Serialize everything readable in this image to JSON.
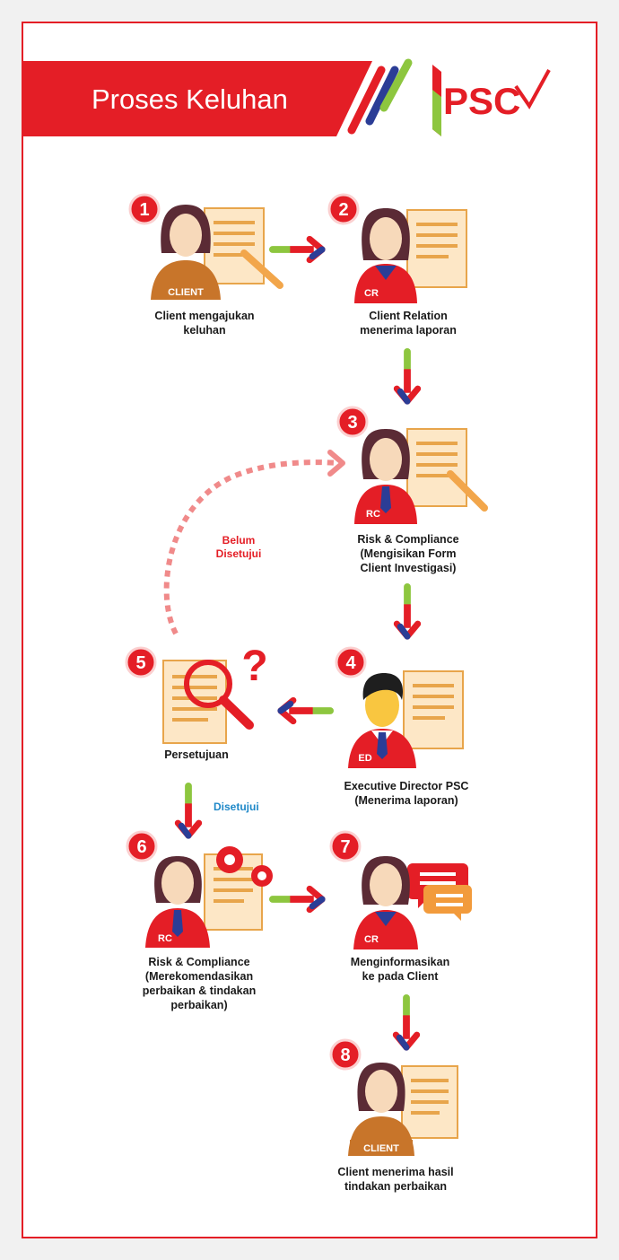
{
  "header": {
    "title": "Proses Keluhan",
    "logo_text": "PSC"
  },
  "colors": {
    "red": "#e41e26",
    "dark_red": "#b3151b",
    "green": "#8dc63f",
    "blue": "#2b3d96",
    "orange_brown": "#c8752a",
    "paper": "#fde7c6",
    "paper_line": "#e8a54b",
    "skin": "#f7d9ba",
    "hair": "#5b2b35",
    "dashed": "#f08a8a",
    "note_red": "#e41e26",
    "note_blue": "#1e88c8"
  },
  "steps": [
    {
      "number": "1",
      "badge": "CLIENT",
      "label_lines": [
        "Client mengajukan",
        "keluhan"
      ]
    },
    {
      "number": "2",
      "badge": "CR",
      "label_lines": [
        "Client Relation",
        "menerima laporan"
      ]
    },
    {
      "number": "3",
      "badge": "RC",
      "label_lines": [
        "Risk & Compliance",
        "(Mengisikan Form",
        "Client Investigasi)"
      ]
    },
    {
      "number": "4",
      "badge": "ED",
      "label_lines": [
        "Executive Director PSC",
        "(Menerima laporan)"
      ]
    },
    {
      "number": "5",
      "badge": "",
      "label_lines": [
        "Persetujuan"
      ]
    },
    {
      "number": "6",
      "badge": "RC",
      "label_lines": [
        "Risk & Compliance",
        "(Merekomendasikan",
        "perbaikan & tindakan",
        "perbaikan)"
      ]
    },
    {
      "number": "7",
      "badge": "CR",
      "label_lines": [
        "Menginformasikan",
        "ke pada Client"
      ]
    },
    {
      "number": "8",
      "badge": "CLIENT",
      "label_lines": [
        "Client menerima hasil",
        "tindakan perbaikan"
      ]
    }
  ],
  "notes": {
    "rejected_lines": [
      "Belum",
      "Disetujui"
    ],
    "approved": "Disetujui"
  }
}
